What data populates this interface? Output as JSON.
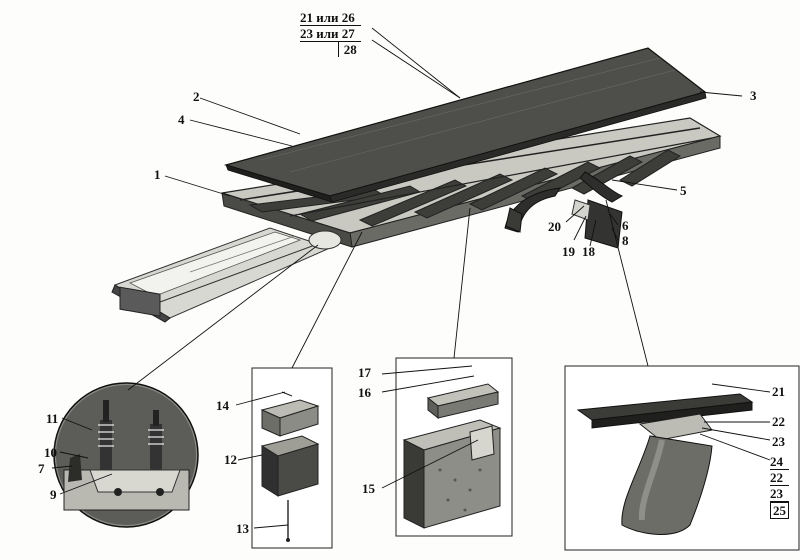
{
  "labels": {
    "fraction_top": [
      "21 или 26",
      "23 или 27",
      "28"
    ],
    "deck": {
      "1": "1",
      "2": "2",
      "3": "3",
      "4": "4"
    },
    "fender": {
      "5": "5",
      "6": "6",
      "8": "8",
      "18": "18",
      "19": "19",
      "20": "20"
    },
    "circle": {
      "7": "7",
      "9": "9",
      "10": "10",
      "11": "11"
    },
    "panel_a": {
      "12": "12",
      "13": "13",
      "14": "14"
    },
    "panel_b": {
      "15": "15",
      "16": "16",
      "17": "17"
    },
    "panel_c": {
      "21": "21",
      "22": "22",
      "23": "23",
      "24": "24",
      "22b": "22",
      "23b": "23",
      "25": "25"
    }
  }
}
